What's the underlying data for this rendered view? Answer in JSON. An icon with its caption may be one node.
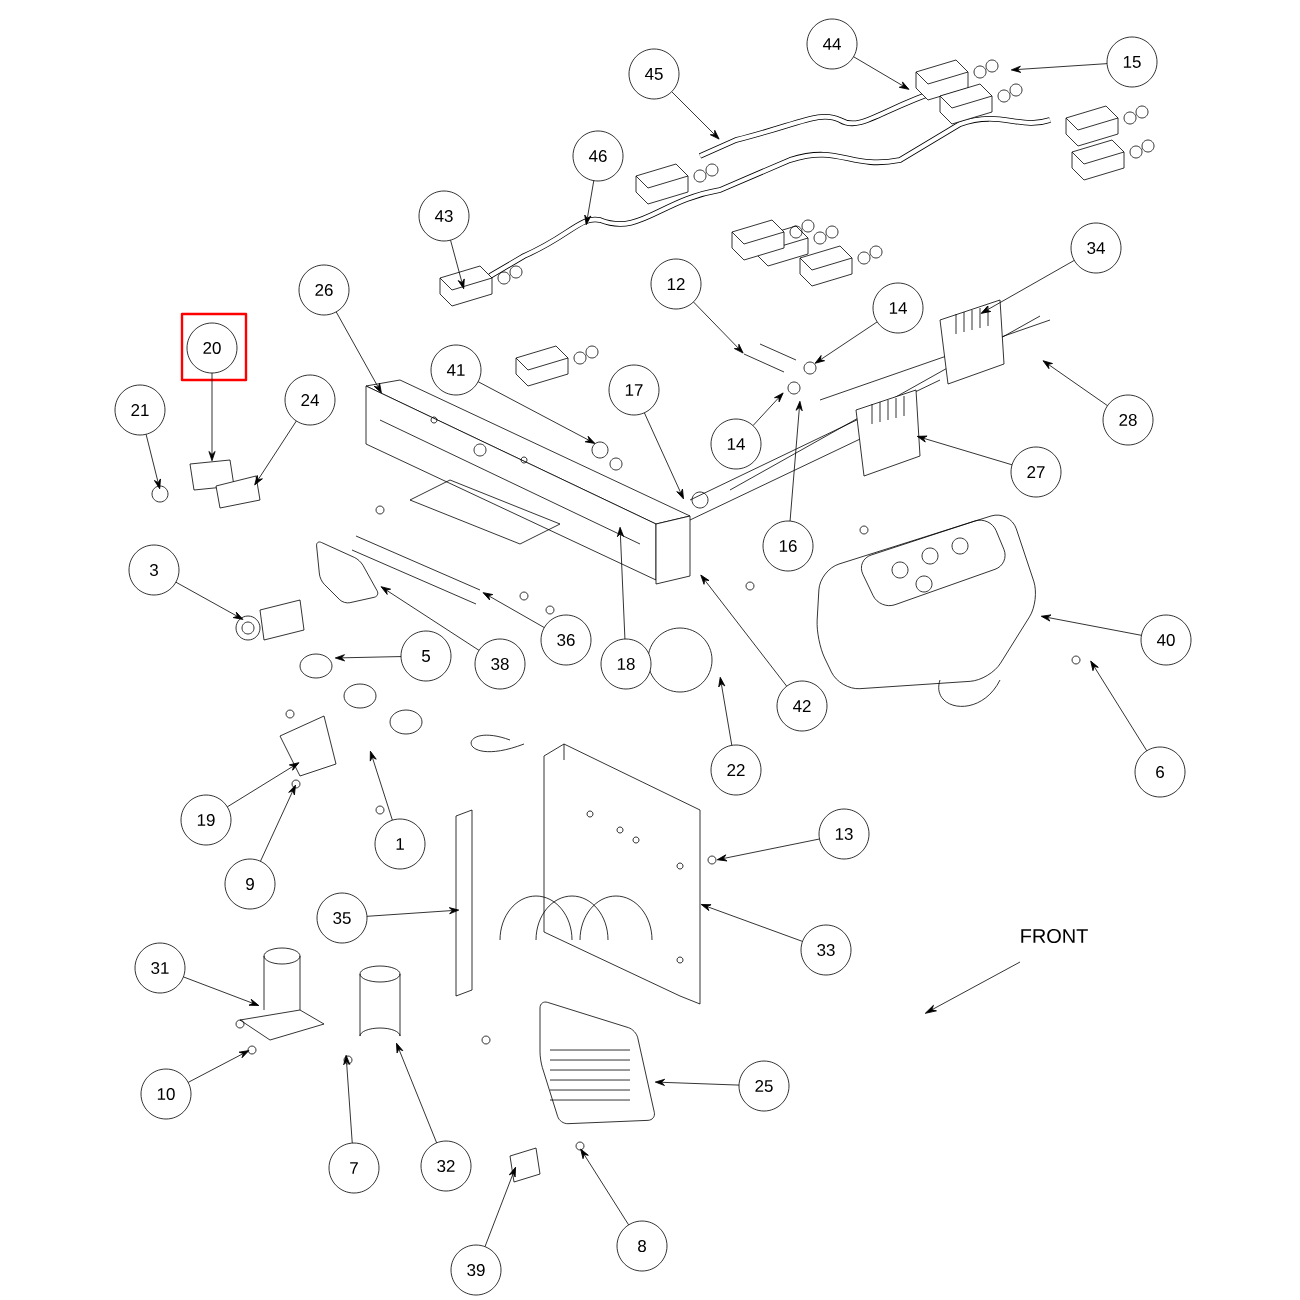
{
  "diagram": {
    "nodes": [
      {
        "text": [
          "44"
        ]
      },
      {
        "text": [
          "15"
        ]
      },
      {
        "text": [
          "45"
        ]
      },
      {
        "text": [
          "46"
        ]
      },
      {
        "text": [
          "43"
        ]
      },
      {
        "text": [
          "34"
        ]
      },
      {
        "text": [
          "12"
        ]
      },
      {
        "text": [
          "26"
        ]
      },
      {
        "text": [
          "14"
        ]
      },
      {
        "text": [
          "20"
        ]
      },
      {
        "text": [
          "41"
        ]
      },
      {
        "text": [
          "17"
        ]
      },
      {
        "text": [
          "24"
        ]
      },
      {
        "text": [
          "21"
        ]
      },
      {
        "text": [
          "28"
        ]
      },
      {
        "text": [
          "14"
        ]
      },
      {
        "text": [
          "27"
        ]
      },
      {
        "text": [
          "16"
        ]
      },
      {
        "text": [
          "3"
        ]
      },
      {
        "text": [
          "36"
        ]
      },
      {
        "text": [
          "40"
        ]
      },
      {
        "text": [
          "38"
        ]
      },
      {
        "text": [
          "5"
        ]
      },
      {
        "text": [
          "18"
        ]
      },
      {
        "text": [
          "42"
        ]
      },
      {
        "text": [
          "22"
        ]
      },
      {
        "text": [
          "6"
        ]
      },
      {
        "text": [
          "19"
        ]
      },
      {
        "text": [
          "13"
        ]
      },
      {
        "text": [
          "1"
        ]
      },
      {
        "text": [
          "9"
        ]
      },
      {
        "text": [
          "35"
        ]
      },
      {
        "text": [
          "33"
        ]
      },
      {
        "text": [
          "31"
        ]
      },
      {
        "text": [
          "25"
        ]
      },
      {
        "text": [
          "10"
        ]
      },
      {
        "text": [
          "7"
        ]
      },
      {
        "text": [
          "32"
        ]
      },
      {
        "text": [
          "8"
        ]
      },
      {
        "text": [
          "39"
        ]
      }
    ],
    "edges": [
      {
        "from": 0,
        "to": null,
        "arrow": "to"
      },
      {
        "from": 1,
        "to": null,
        "arrow": "to"
      },
      {
        "from": 2,
        "to": null,
        "arrow": "to"
      },
      {
        "from": 3,
        "to": null,
        "arrow": "to"
      },
      {
        "from": 4,
        "to": null,
        "arrow": "to"
      },
      {
        "from": 5,
        "to": null,
        "arrow": "to"
      },
      {
        "from": 6,
        "to": null,
        "arrow": "to"
      },
      {
        "from": 7,
        "to": null,
        "arrow": "to"
      },
      {
        "from": 8,
        "to": null,
        "arrow": "to"
      },
      {
        "from": 9,
        "to": null,
        "arrow": "to"
      },
      {
        "from": 10,
        "to": null,
        "arrow": "to"
      },
      {
        "from": 11,
        "to": null,
        "arrow": "to"
      },
      {
        "from": 12,
        "to": null,
        "arrow": "to"
      },
      {
        "from": 13,
        "to": null,
        "arrow": "to"
      },
      {
        "from": 14,
        "to": null,
        "arrow": "to"
      },
      {
        "from": 15,
        "to": null,
        "arrow": "to"
      },
      {
        "from": 16,
        "to": null,
        "arrow": "to"
      },
      {
        "from": 17,
        "to": null,
        "arrow": "to"
      },
      {
        "from": 18,
        "to": null,
        "arrow": "to"
      },
      {
        "from": 19,
        "to": null,
        "arrow": "to"
      },
      {
        "from": 20,
        "to": null,
        "arrow": "to"
      },
      {
        "from": 21,
        "to": null,
        "arrow": "to"
      },
      {
        "from": 22,
        "to": null,
        "arrow": "to"
      },
      {
        "from": 23,
        "to": null,
        "arrow": "to"
      },
      {
        "from": 24,
        "to": null,
        "arrow": "to"
      },
      {
        "from": 25,
        "to": null,
        "arrow": "to"
      },
      {
        "from": 26,
        "to": null,
        "arrow": "to"
      },
      {
        "from": 27,
        "to": null,
        "arrow": "to"
      },
      {
        "from": 28,
        "to": null,
        "arrow": "to"
      },
      {
        "from": 29,
        "to": null,
        "arrow": "to"
      },
      {
        "from": 30,
        "to": null,
        "arrow": "to"
      },
      {
        "from": 31,
        "to": null,
        "arrow": "to"
      },
      {
        "from": 32,
        "to": null,
        "arrow": "to"
      },
      {
        "from": 33,
        "to": null,
        "arrow": "to"
      },
      {
        "from": 34,
        "to": null,
        "arrow": "to"
      },
      {
        "from": 35,
        "to": null,
        "arrow": "to"
      },
      {
        "from": 36,
        "to": null,
        "arrow": "to"
      },
      {
        "from": 37,
        "to": null,
        "arrow": "to"
      },
      {
        "from": 38,
        "to": null,
        "arrow": "to"
      },
      {
        "from": 39,
        "to": null,
        "arrow": "to"
      }
    ],
    "labels": [
      "FRONT"
    ]
  }
}
